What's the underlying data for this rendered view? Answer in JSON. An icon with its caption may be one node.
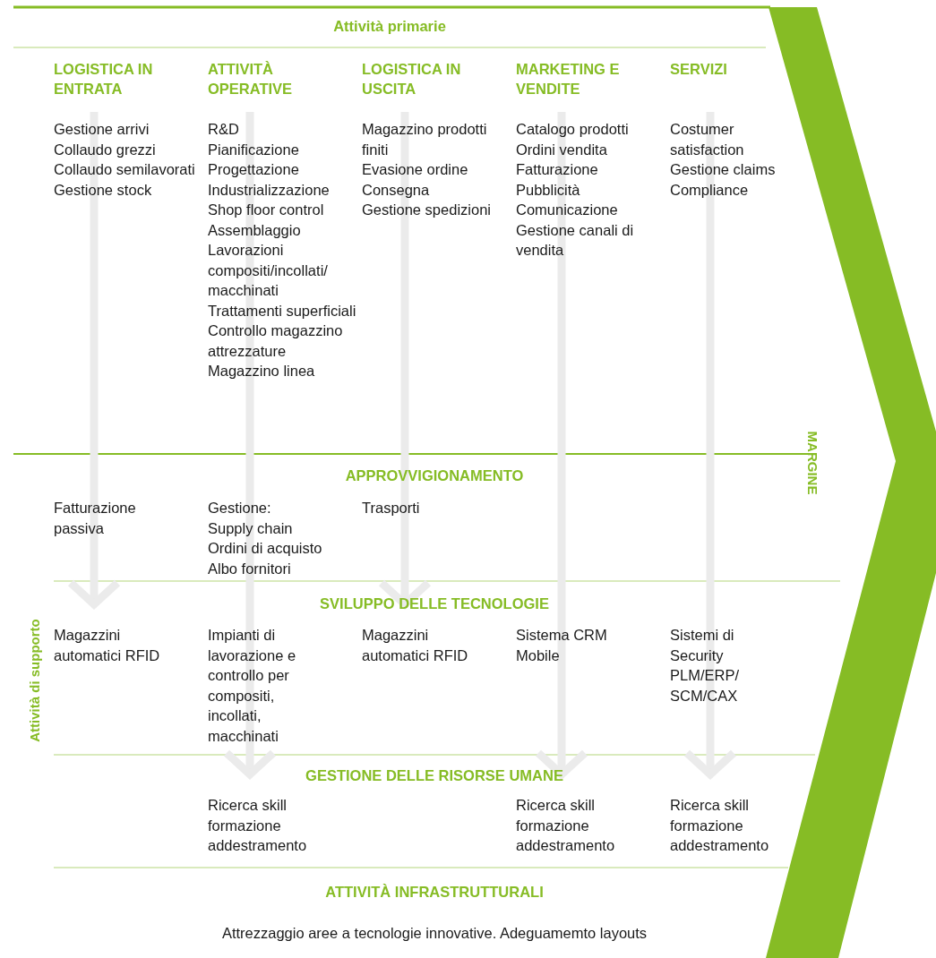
{
  "diagram": {
    "nodes": [
      {
        "text": [
          "MARGINE"
        ]
      }
    ],
    "labels": [
      "Attività primarie",
      "LOGISTICA IN ENTRATA",
      "ATTIVITÀ OPERATIVE",
      "LOGISTICA IN USCITA",
      "MARKETING E VENDITE",
      "SERVIZI",
      "Gestione arrivi",
      "Collaudo grezzi",
      "Collaudo semilavorati",
      "Gestione stock",
      "R&D",
      "Pianificazione",
      "Progettazione",
      "Industrializzazione",
      "Shop floor control",
      "Assemblaggio",
      "Lavorazioni compositi/incollati/ macchinati",
      "Trattamenti superficiali",
      "Controllo magazzino attrezzature",
      "Magazzino linea",
      "Magazzino prodotti finiti",
      "Evasione ordine",
      "Consegna",
      "Gestione spedizioni",
      "Catalogo prodotti",
      "Ordini vendita",
      "Fatturazione",
      "Pubblicità",
      "Comunicazione",
      "Gestione canali di vendita",
      "Costumer satisfaction",
      "Gestione claims",
      "Compliance",
      "APPROVVIGIONAMENTO",
      "Fatturazione passiva",
      "Gestione:",
      "Supply chain",
      "Ordini di acquisto",
      "Albo fornitori",
      "Trasporti",
      "SVILUPPO DELLE TECNOLOGIE",
      "Magazzini automatici RFID",
      "Impianti di lavorazione e controllo per compositi, incollati, macchinati",
      "Magazzini automatici RFID",
      "Sistema CRM",
      "Mobile",
      "Sistemi di Security PLM/ERP/ SCM/CAX",
      "GESTIONE DELLE RISORSE UMANE",
      "Ricerca skill",
      "formazione",
      "addestramento",
      "Ricerca skill",
      "formazione",
      "addestramento",
      "Ricerca skill",
      "formazione",
      "addestramento",
      "ATTIVITÀ INFRASTRUTTURALI",
      "Attrezzaggio aree a tecnologie innovative. Adeguamemto layouts",
      "Attività di supporto"
    ]
  }
}
